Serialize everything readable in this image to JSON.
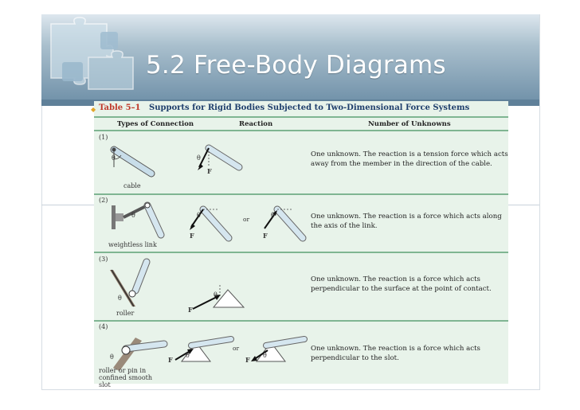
{
  "slide": {
    "title": "5.2 Free-Body Diagrams"
  },
  "table": {
    "label": "Table 5–1",
    "title": "Supports for Rigid Bodies Subjected to Two-Dimensional Force Systems",
    "columns": [
      "Types of Connection",
      "Reaction",
      "Number of Unknowns"
    ],
    "rows": [
      {
        "number": "(1)",
        "connection_caption": "cable",
        "description": "One unknown. The reaction is a tension force which acts away from the member in the direction of the cable."
      },
      {
        "number": "(2)",
        "connection_caption": "weightless link",
        "or_label": "or",
        "description": "One unknown. The reaction is a force which acts along the axis of the link."
      },
      {
        "number": "(3)",
        "connection_caption": "roller",
        "description": "One unknown. The reaction is a force which acts perpendicular to the surface at the point of contact."
      },
      {
        "number": "(4)",
        "connection_caption": "roller or pin in confined smooth slot",
        "or_label": "or",
        "description": "One unknown. The reaction is a force which acts perpendicular to the slot."
      }
    ],
    "symbols": {
      "theta": "θ",
      "force": "F"
    }
  },
  "colors": {
    "header_dark": "#6f90a8",
    "table_bg": "#e8f3ea",
    "rule": "#7fb592",
    "table_title": "#1f3f6c"
  }
}
